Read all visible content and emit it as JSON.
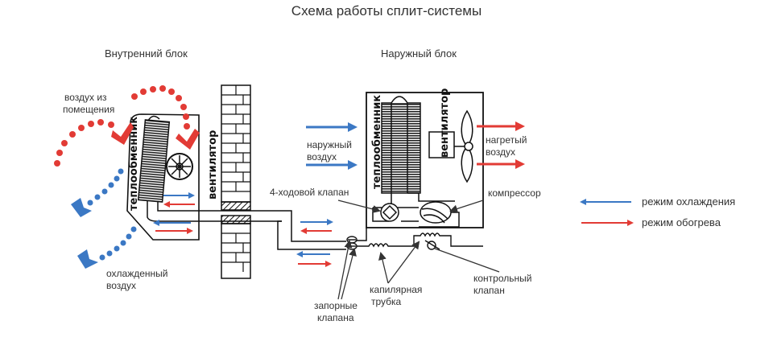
{
  "title": "Схема работы сплит-системы",
  "indoor_unit": {
    "heading": "Внутренний блок",
    "heat_exchanger_label": "теплообменник",
    "fan_label": "вентилятор",
    "air_in_label": [
      "воздух из",
      "помещения"
    ],
    "air_out_label": [
      "охлажденный",
      "воздух"
    ]
  },
  "outdoor_unit": {
    "heading": "Наружный блок",
    "heat_exchanger_label": "теплообменник",
    "fan_label": "вентилятор",
    "air_in_label": [
      "наружный",
      "воздух"
    ],
    "air_out_label": [
      "нагретый",
      "воздух"
    ],
    "four_way_valve_label": "4-ходовой клапан",
    "compressor_label": "компрессор",
    "capillary_tube_label": [
      "капилярная",
      "трубка"
    ],
    "check_valve_label": [
      "контрольный",
      "клапан"
    ],
    "shutoff_valves_label": [
      "запорные",
      "клапана"
    ]
  },
  "legend": {
    "items": [
      {
        "label": "режим охлаждения",
        "color": "#3b78c4",
        "direction": "left"
      },
      {
        "label": "режим обогрева",
        "color": "#e23b35",
        "direction": "right"
      }
    ]
  },
  "colors": {
    "cooling": "#3b78c4",
    "heating": "#e23b35",
    "line": "#111111"
  }
}
